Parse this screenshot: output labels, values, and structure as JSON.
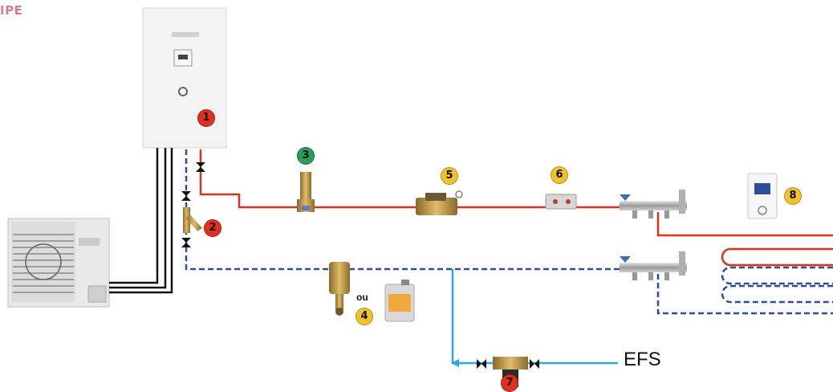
{
  "corner_label": "IPE",
  "components": [
    {
      "number": "1",
      "color": "#e0301e"
    },
    {
      "number": "2",
      "color": "#e0301e"
    },
    {
      "number": "3",
      "color": "#2c9b5c"
    },
    {
      "number": "4",
      "color": "#f2c12e"
    },
    {
      "number": "5",
      "color": "#f2c12e"
    },
    {
      "number": "6",
      "color": "#f2c12e"
    },
    {
      "number": "7",
      "color": "#e0301e"
    },
    {
      "number": "8",
      "color": "#f2c12e"
    }
  ],
  "labels": {
    "ou": "ou",
    "efs": "EFS"
  },
  "colors": {
    "supply_pipe": "#e0301e",
    "return_pipe": "#2b4f9c",
    "cold_water_pipe": "#29a9e1",
    "link_cable": "#111111"
  }
}
